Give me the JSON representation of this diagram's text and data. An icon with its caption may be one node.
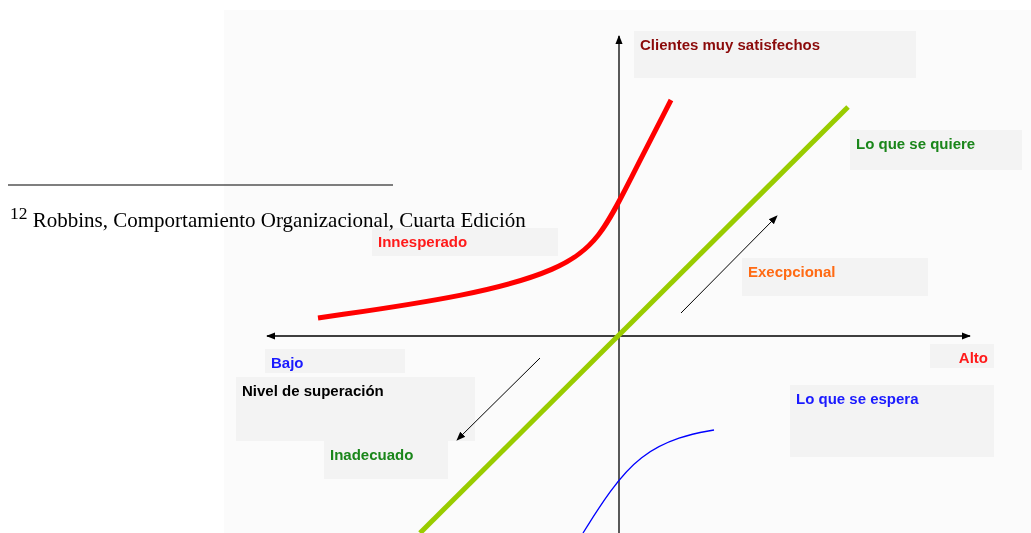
{
  "diagram": {
    "nodes": [
      {
        "text": [
          "Clientes muy satisfechos"
        ]
      },
      {
        "text": [
          "Lo que se quiere"
        ]
      },
      {
        "text": [
          "Innesperado"
        ]
      },
      {
        "text": [
          "Execpcional"
        ]
      },
      {
        "text": [
          "Nivel de superación"
        ]
      },
      {
        "text": [
          "Lo que se espera"
        ]
      },
      {
        "text": [
          "Inadecuado"
        ]
      }
    ],
    "edges": [],
    "labels": [
      "$^{12}$ Robbins,  Comportamiento Organizacional, Cuarta Edición",
      "Bajo",
      "Alto"
    ]
  }
}
